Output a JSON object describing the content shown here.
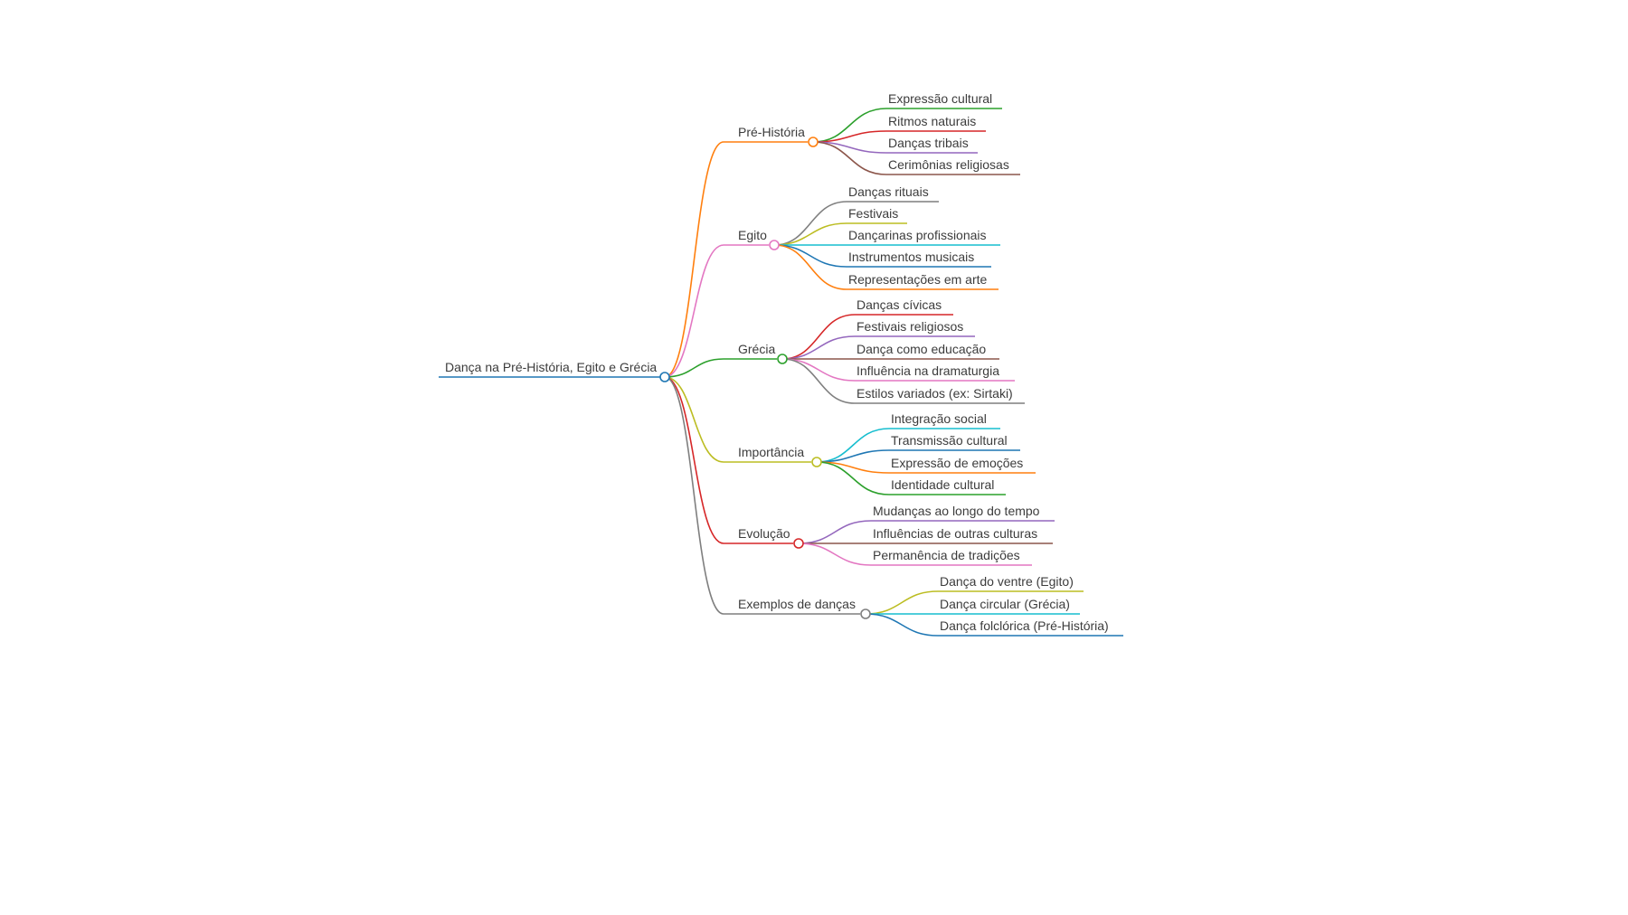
{
  "root": {
    "label": "Dança na Pré-História, Egito e Grécia",
    "color": "#1f77b4"
  },
  "branches": [
    {
      "label": "Pré-História",
      "color": "#ff7f0e",
      "children": [
        {
          "label": "Expressão cultural",
          "color": "#2ca02c"
        },
        {
          "label": "Ritmos naturais",
          "color": "#d62728"
        },
        {
          "label": "Danças tribais",
          "color": "#9467bd"
        },
        {
          "label": "Cerimônias religiosas",
          "color": "#8c564b"
        }
      ]
    },
    {
      "label": "Egito",
      "color": "#e377c2",
      "children": [
        {
          "label": "Danças rituais",
          "color": "#7f7f7f"
        },
        {
          "label": "Festivais",
          "color": "#bcbd22"
        },
        {
          "label": "Dançarinas profissionais",
          "color": "#17becf"
        },
        {
          "label": "Instrumentos musicais",
          "color": "#1f77b4"
        },
        {
          "label": "Representações em arte",
          "color": "#ff7f0e"
        }
      ]
    },
    {
      "label": "Grécia",
      "color": "#2ca02c",
      "children": [
        {
          "label": "Danças cívicas",
          "color": "#d62728"
        },
        {
          "label": "Festivais religiosos",
          "color": "#9467bd"
        },
        {
          "label": "Dança como educação",
          "color": "#8c564b"
        },
        {
          "label": "Influência na dramaturgia",
          "color": "#e377c2"
        },
        {
          "label": "Estilos variados (ex: Sirtaki)",
          "color": "#7f7f7f"
        }
      ]
    },
    {
      "label": "Importância",
      "color": "#bcbd22",
      "children": [
        {
          "label": "Integração social",
          "color": "#17becf"
        },
        {
          "label": "Transmissão cultural",
          "color": "#1f77b4"
        },
        {
          "label": "Expressão de emoções",
          "color": "#ff7f0e"
        },
        {
          "label": "Identidade cultural",
          "color": "#2ca02c"
        }
      ]
    },
    {
      "label": "Evolução",
      "color": "#d62728",
      "children": [
        {
          "label": "Mudanças ao longo do tempo",
          "color": "#9467bd"
        },
        {
          "label": "Influências de outras culturas",
          "color": "#8c564b"
        },
        {
          "label": "Permanência de tradições",
          "color": "#e377c2"
        }
      ]
    },
    {
      "label": "Exemplos de danças",
      "color": "#7f7f7f",
      "children": [
        {
          "label": "Dança do ventre (Egito)",
          "color": "#bcbd22"
        },
        {
          "label": "Dança circular (Grécia)",
          "color": "#17becf"
        },
        {
          "label": "Dança folclórica (Pré-História)",
          "color": "#1f77b4"
        }
      ]
    }
  ]
}
